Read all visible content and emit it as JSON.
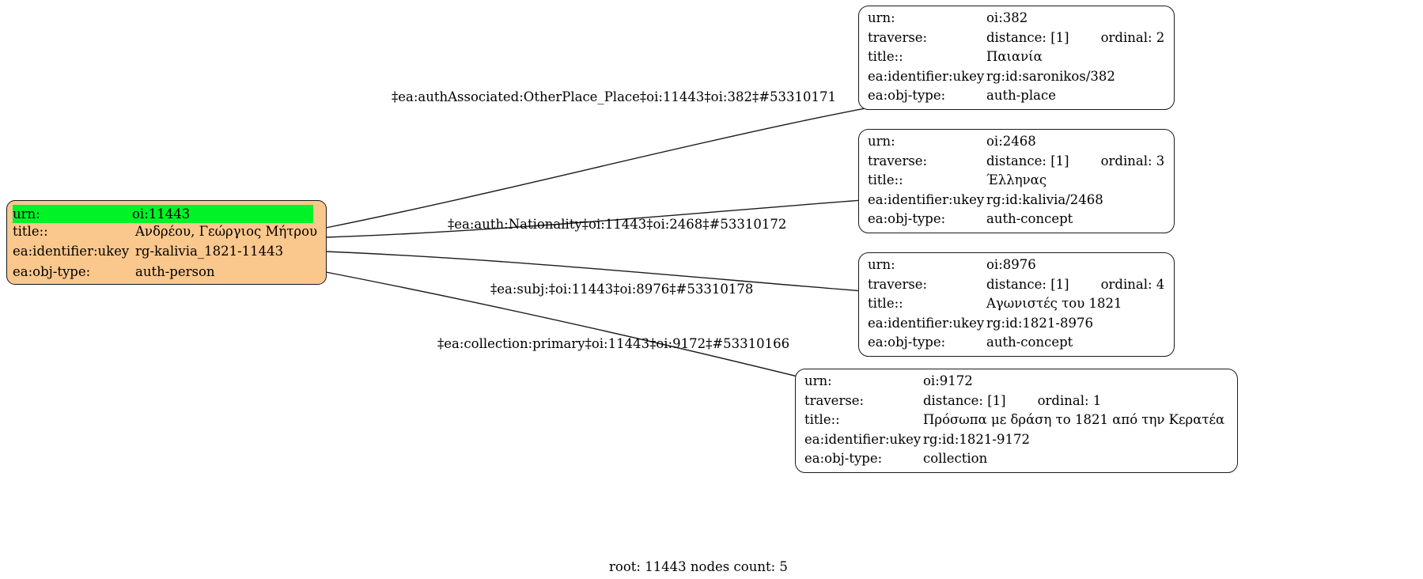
{
  "graph": {
    "footer": "root: 11443 nodes count: 5",
    "root_node": {
      "rows": [
        {
          "key": "urn:",
          "value": "oi:11443"
        },
        {
          "key": "title::",
          "value": "Ανδρέου, Γεώργιος Μήτρου"
        },
        {
          "key": "ea:identifier:ukey",
          "value": "rg-kalivia_1821-11443"
        },
        {
          "key": "ea:obj-type:",
          "value": "auth-person"
        }
      ],
      "highlight_color": "#00f227",
      "fill_color": "#fac78c"
    },
    "target_nodes": [
      {
        "id": "node-382",
        "rows": [
          {
            "key": "urn:",
            "value": "oi:382"
          },
          {
            "key": "traverse:",
            "value": "distance: [1]",
            "value2": "ordinal: 2"
          },
          {
            "key": "title::",
            "value": "Παιανία"
          },
          {
            "key": "ea:identifier:ukey",
            "value": "rg:id:saronikos/382"
          },
          {
            "key": "ea:obj-type:",
            "value": "auth-place"
          }
        ]
      },
      {
        "id": "node-2468",
        "rows": [
          {
            "key": "urn:",
            "value": "oi:2468"
          },
          {
            "key": "traverse:",
            "value": "distance: [1]",
            "value2": "ordinal: 3"
          },
          {
            "key": "title::",
            "value": "Έλληνας"
          },
          {
            "key": "ea:identifier:ukey",
            "value": "rg:id:kalivia/2468"
          },
          {
            "key": "ea:obj-type:",
            "value": "auth-concept"
          }
        ]
      },
      {
        "id": "node-8976",
        "rows": [
          {
            "key": "urn:",
            "value": "oi:8976"
          },
          {
            "key": "traverse:",
            "value": "distance: [1]",
            "value2": "ordinal: 4"
          },
          {
            "key": "title::",
            "value": "Αγωνιστές του 1821"
          },
          {
            "key": "ea:identifier:ukey",
            "value": "rg:id:1821-8976"
          },
          {
            "key": "ea:obj-type:",
            "value": "auth-concept"
          }
        ]
      },
      {
        "id": "node-9172",
        "rows": [
          {
            "key": "urn:",
            "value": "oi:9172"
          },
          {
            "key": "traverse:",
            "value": "distance: [1]",
            "value2": "ordinal: 1"
          },
          {
            "key": "title::",
            "value": "Πρόσωπα με δράση το 1821 από την Κερατέα"
          },
          {
            "key": "ea:identifier:ukey",
            "value": "rg:id:1821-9172"
          },
          {
            "key": "ea:obj-type:",
            "value": "collection"
          }
        ]
      }
    ],
    "edges": [
      {
        "id": "edge-382",
        "label": "‡ea:authAssociated:OtherPlace_Place‡oi:11443‡oi:382‡#53310171"
      },
      {
        "id": "edge-2468",
        "label": "‡ea:auth:Nationality‡oi:11443‡oi:2468‡#53310172"
      },
      {
        "id": "edge-8976",
        "label": "‡ea:subj:‡oi:11443‡oi:8976‡#53310178"
      },
      {
        "id": "edge-9172",
        "label": "‡ea:collection:primary‡oi:11443‡oi:9172‡#53310166"
      }
    ]
  }
}
